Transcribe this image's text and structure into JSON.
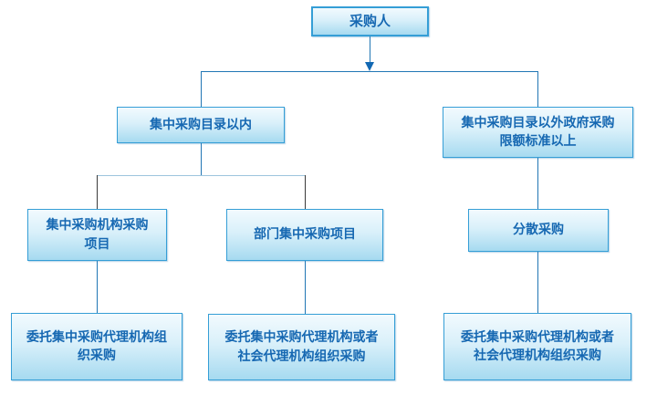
{
  "diagram": {
    "type": "flowchart",
    "nodes": [
      {
        "id": "purchaser",
        "lines": [
          "采购人"
        ]
      },
      {
        "id": "within-catalog",
        "lines": [
          "集中采购目录以内"
        ]
      },
      {
        "id": "outside-catalog",
        "lines": [
          "集中采购目录以外政府采购",
          "限额标准以上"
        ]
      },
      {
        "id": "central-agency-project",
        "lines": [
          "集中采购机构采购",
          "项目"
        ]
      },
      {
        "id": "dept-central-project",
        "lines": [
          "部门集中采购项目"
        ]
      },
      {
        "id": "decentralized",
        "lines": [
          "分散采购"
        ]
      },
      {
        "id": "entrust-central-agency",
        "lines": [
          "委托集中采购代理机构组",
          "织采购"
        ]
      },
      {
        "id": "entrust-central-or-social-left",
        "lines": [
          "委托集中采购代理机构或者",
          "社会代理机构组织采购"
        ]
      },
      {
        "id": "entrust-central-or-social-right",
        "lines": [
          "委托集中采购代理机构或者",
          "社会代理机构组织采购"
        ]
      }
    ],
    "edges": [
      {
        "from": "purchaser",
        "to": "within-catalog",
        "arrow": true
      },
      {
        "from": "purchaser",
        "to": "outside-catalog",
        "arrow": true
      },
      {
        "from": "within-catalog",
        "to": "central-agency-project"
      },
      {
        "from": "within-catalog",
        "to": "dept-central-project"
      },
      {
        "from": "outside-catalog",
        "to": "decentralized"
      },
      {
        "from": "central-agency-project",
        "to": "entrust-central-agency"
      },
      {
        "from": "dept-central-project",
        "to": "entrust-central-or-social-left"
      },
      {
        "from": "decentralized",
        "to": "entrust-central-or-social-right"
      }
    ],
    "colors": {
      "background": "#FFFFFF",
      "box_border": "#359ED6",
      "box_fill_top": "#F2FAFE",
      "box_fill_bottom": "#A6DAF0",
      "box_text": "#1668B2",
      "connector_blue": "#2176B4",
      "connector_light": "#9DC5DD",
      "connector_dark": "#3B3B3B",
      "arrowhead": "#1268B3"
    }
  }
}
